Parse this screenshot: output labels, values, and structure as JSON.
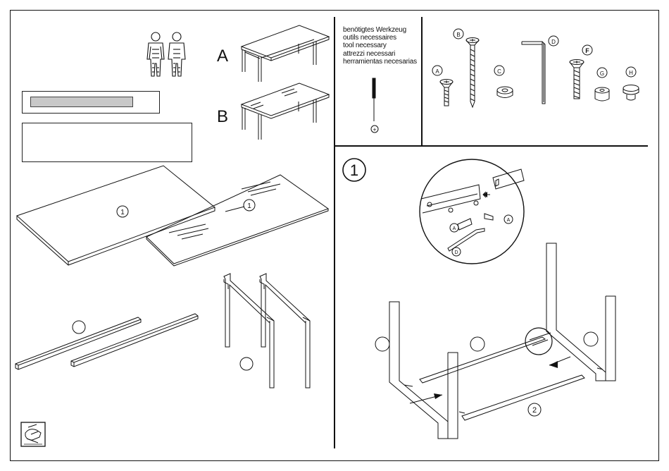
{
  "labels": {
    "model_a": "A",
    "model_b": "B",
    "part_top": "1",
    "step_one": "1",
    "step_two": "2",
    "hw_a": "A",
    "hw_b": "B",
    "hw_c": "C",
    "hw_d": "D",
    "hw_f": "F",
    "hw_g": "G",
    "hw_h": "H"
  },
  "tools_required": [
    "benötigtes Werkzeug",
    "outils necessaires",
    "tool necessary",
    "attrezzi necessari",
    "herramientas necesarias"
  ],
  "tool_symbol": "+",
  "icons": [
    "two-persons-icon",
    "screwdriver-icon",
    "care-instructions-icon"
  ],
  "colors": {
    "line": "#111111",
    "label_bar": "#c8c8c8",
    "background": "#ffffff"
  }
}
